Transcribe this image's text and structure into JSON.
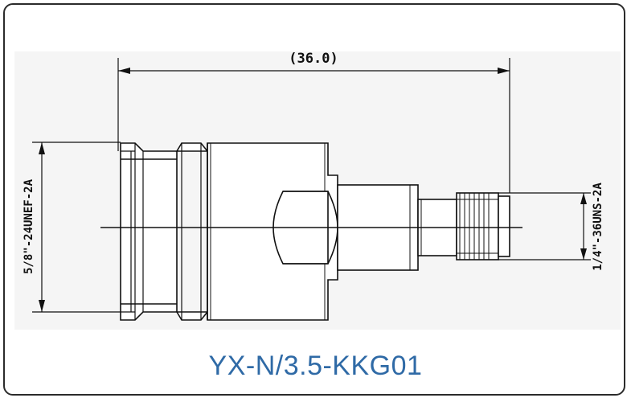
{
  "drawing": {
    "dimension_overall": "(36.0)",
    "thread_left": "5/8\"-24UNEF-2A",
    "thread_right": "1/4\"-36UNS-2A"
  },
  "caption": "YX-N/3.5-KKG01",
  "colors": {
    "caption": "#2f6aa6",
    "line": "#111111",
    "panel": "#f5f5f5",
    "frame": "#2b2b2b"
  }
}
